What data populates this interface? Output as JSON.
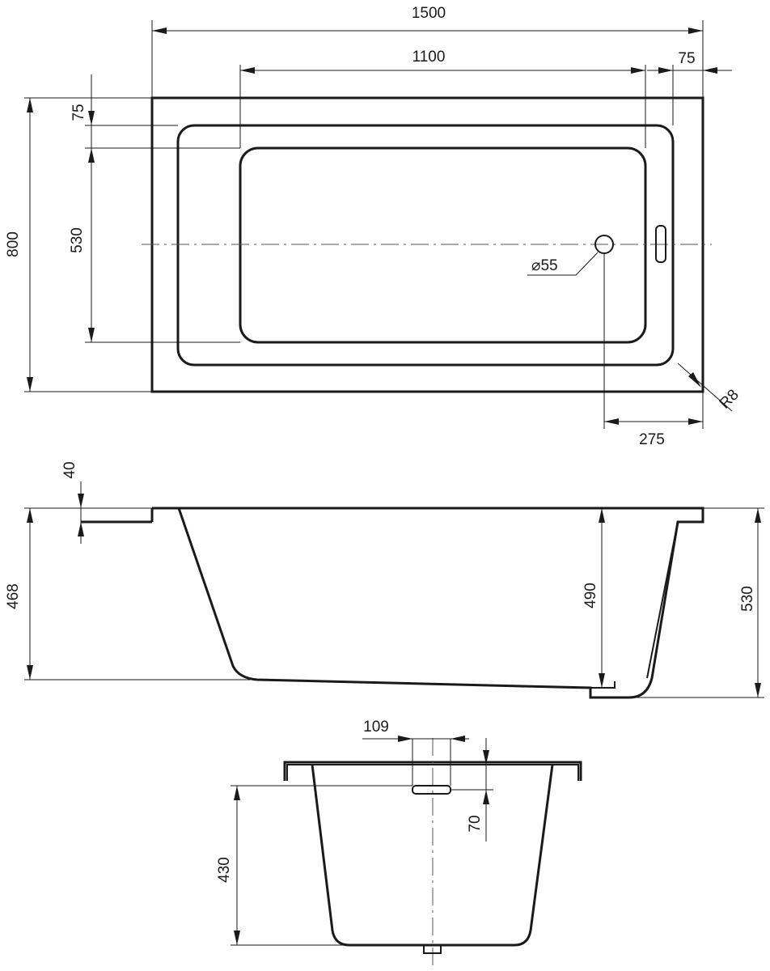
{
  "drawing": {
    "views": [
      {
        "name": "top-view"
      },
      {
        "name": "side-view"
      },
      {
        "name": "end-view"
      }
    ],
    "dimensions": {
      "overall_length": "1500",
      "inner_length": "1100",
      "rim_right": "75",
      "rim_top": "75",
      "overall_width": "800",
      "inner_width": "530",
      "drain_diameter": "⌀55",
      "corner_radius": "R8",
      "drain_offset": "275",
      "rim_thickness": "40",
      "height_front": "468",
      "depth_inner": "490",
      "height_total": "530",
      "drain_width": "109",
      "drain_depth": "70",
      "end_depth": "430"
    }
  }
}
